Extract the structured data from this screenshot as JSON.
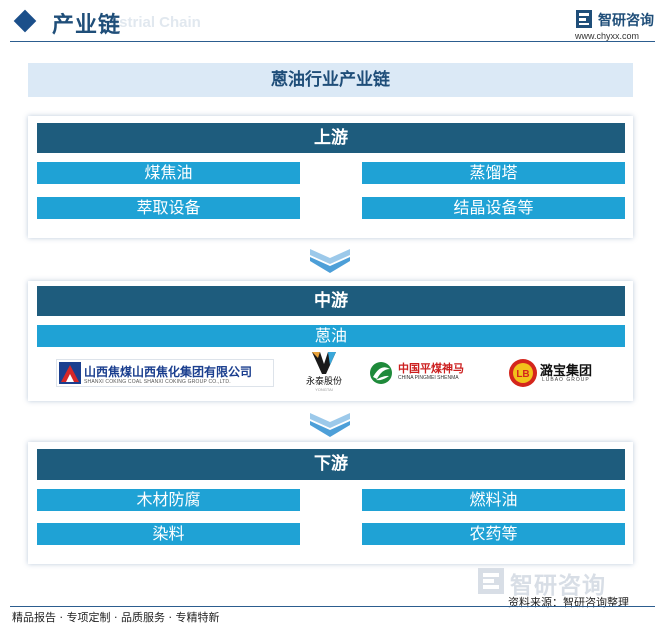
{
  "header": {
    "title": "产业链",
    "watermark": "ustrial Chain",
    "brand_name": "智研咨询",
    "brand_url": "www.chyxx.com"
  },
  "main_title": "蒽油行业产业链",
  "upstream": {
    "label": "上游",
    "items": [
      "煤焦油",
      "蒸馏塔",
      "萃取设备",
      "结晶设备等"
    ]
  },
  "midstream": {
    "label": "中游",
    "item": "蒽油",
    "companies": {
      "shanxi": {
        "name": "山西焦煤山西焦化集团有限公司",
        "en": "SHANXI COKING COAL SHANXI COKING GROUP CO.,LTD."
      },
      "yongtai": {
        "name": "永泰股份",
        "en": "YONGTAI"
      },
      "pingmei": {
        "name": "中国平煤神马",
        "en": "CHINA PINGMEI SHENMA"
      },
      "lubao": {
        "name": "潞宝集团",
        "en": "LUBAO GROUP",
        "mark_text": "LB"
      }
    }
  },
  "downstream": {
    "label": "下游",
    "items": [
      "木材防腐",
      "燃料油",
      "染料",
      "农药等"
    ]
  },
  "footer": {
    "watermark": "智研咨询",
    "source": "资料来源：智研咨询整理",
    "tagline": "精品报告 · 专项定制 · 品质服务 · 专精特新"
  },
  "colors": {
    "stage_bar": "#1e5c7d",
    "item": "#1fa2d5",
    "title_bg": "#dbe9f6",
    "arrow": "#4d9fd8"
  }
}
